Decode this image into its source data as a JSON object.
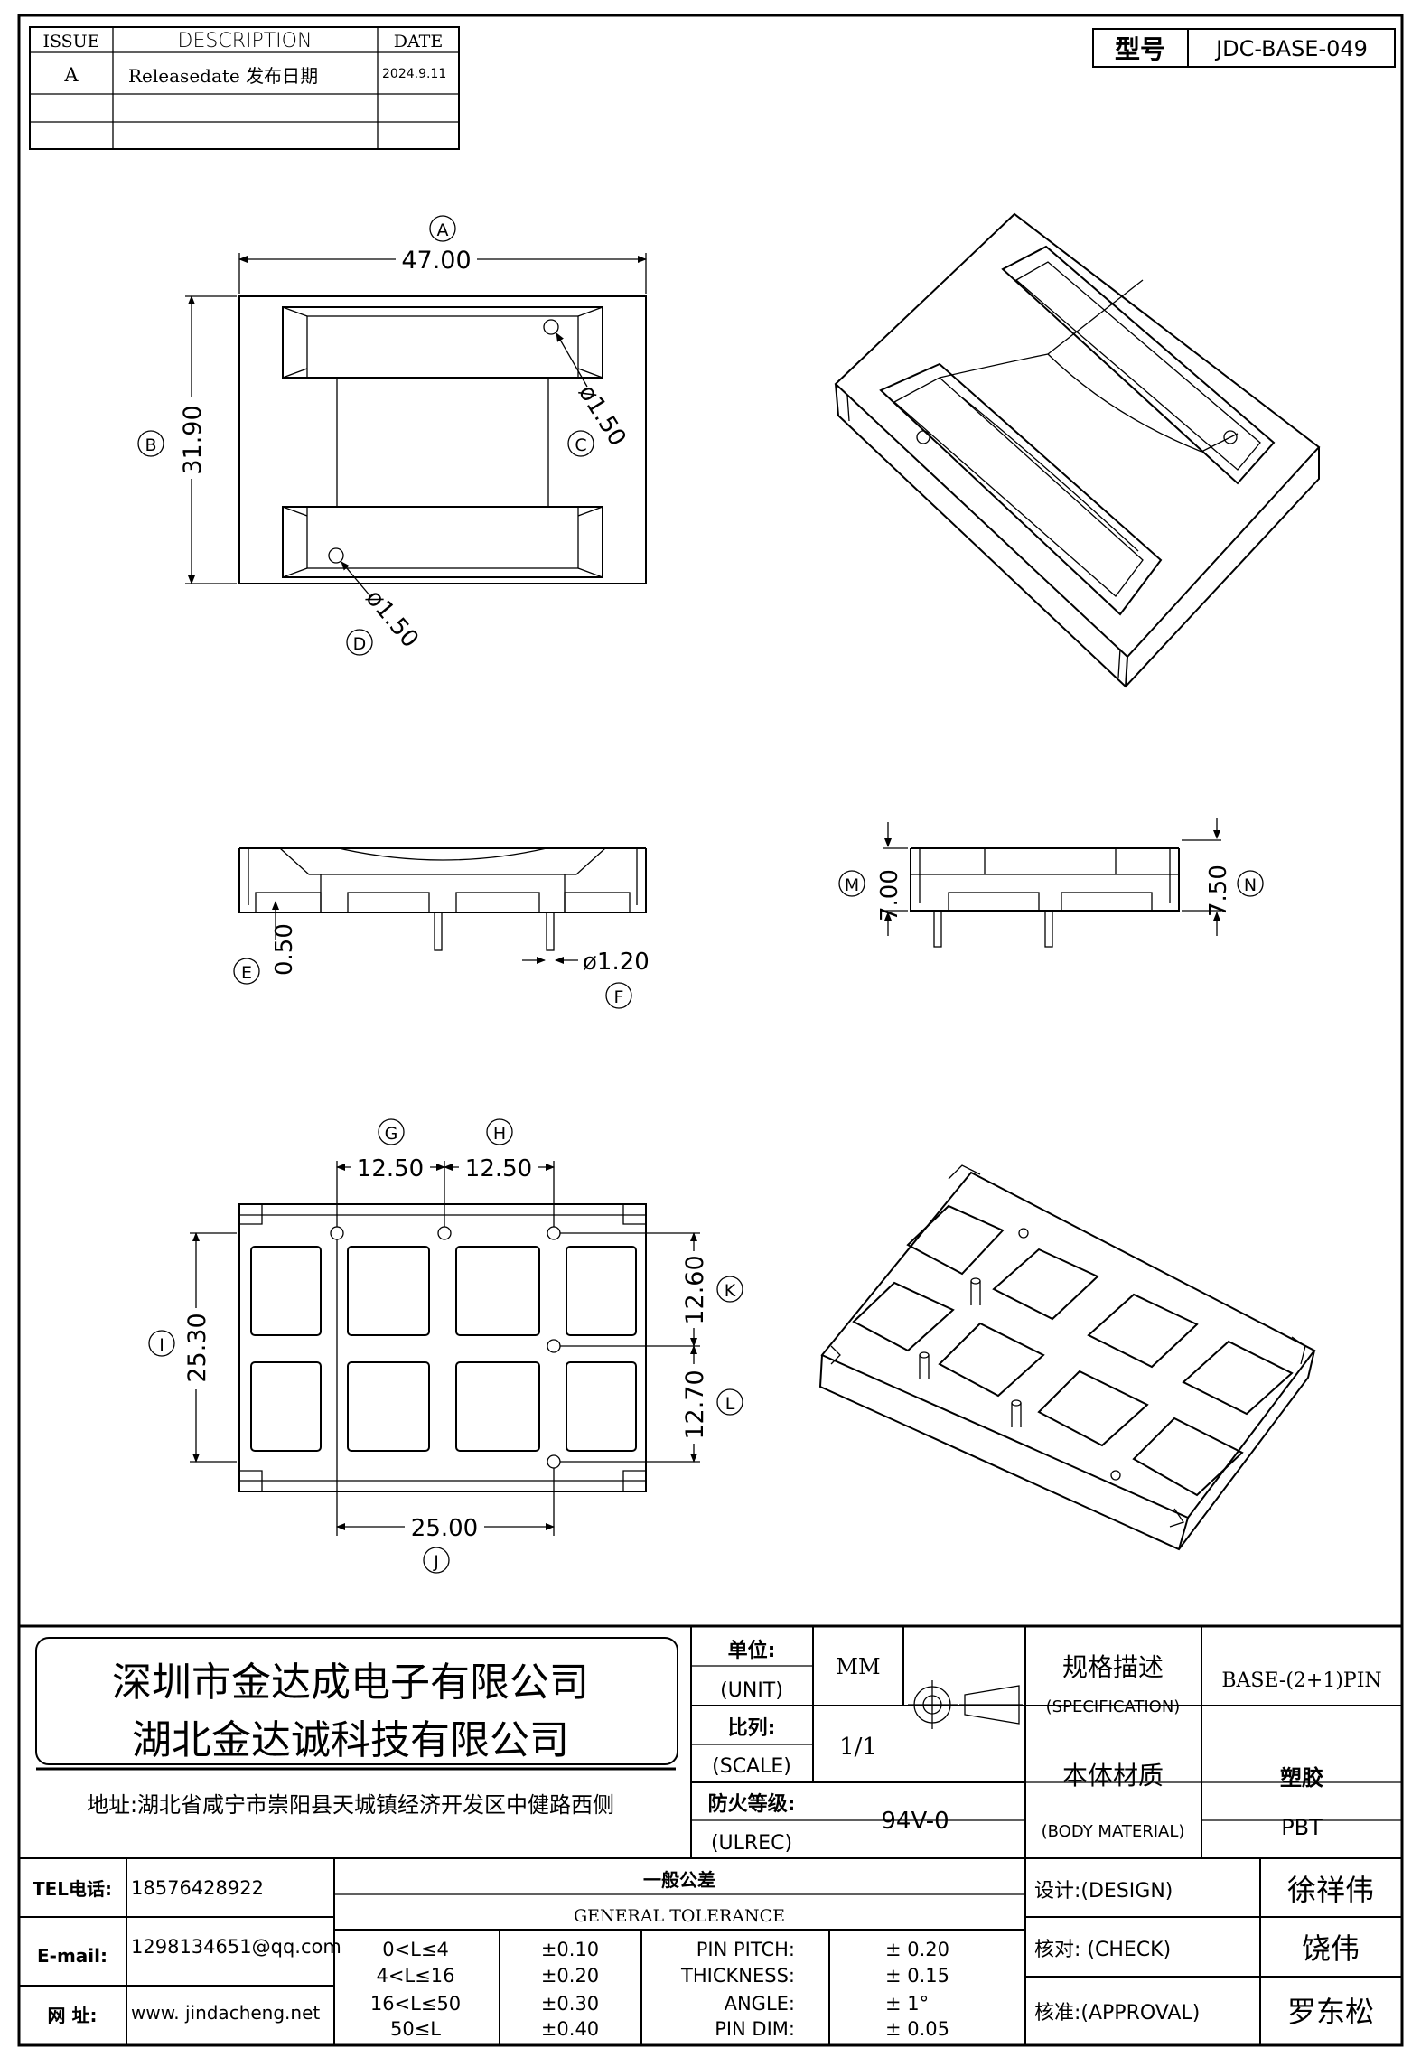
{
  "revision": {
    "headers": {
      "issue": "ISSUE",
      "description": "DESCRIPTION",
      "date": "DATE"
    },
    "rows": [
      {
        "issue": "A",
        "description": "Releasedate 发布日期",
        "date": "2024.9.11"
      }
    ]
  },
  "model": {
    "label": "型号",
    "value": "JDC-BASE-049"
  },
  "dimensions": {
    "A": {
      "tag": "A",
      "value": "47.00"
    },
    "B": {
      "tag": "B",
      "value": "31.90"
    },
    "C": {
      "tag": "C",
      "value": "ø1.50"
    },
    "D": {
      "tag": "D",
      "value": "ø1.50"
    },
    "E": {
      "tag": "E",
      "value": "0.50"
    },
    "F": {
      "tag": "F",
      "value": "ø1.20"
    },
    "M": {
      "tag": "M",
      "value": "7.00"
    },
    "N": {
      "tag": "N",
      "value": "7.50"
    },
    "G": {
      "tag": "G",
      "value": "12.50"
    },
    "H": {
      "tag": "H",
      "value": "12.50"
    },
    "I": {
      "tag": "I",
      "value": "25.30"
    },
    "K": {
      "tag": "K",
      "value": "12.60"
    },
    "L": {
      "tag": "L",
      "value": "12.70"
    },
    "J": {
      "tag": "J",
      "value": "25.00"
    }
  },
  "company": {
    "name1": "深圳市金达成电子有限公司",
    "name2": "湖北金达诚科技有限公司",
    "address": "地址:湖北省咸宁市崇阳县天城镇经济开发区中健路西侧"
  },
  "specs": {
    "unit_label_cn": "单位:",
    "unit_label_en": "(UNIT)",
    "unit_value": "MM",
    "scale_label_cn": "比列:",
    "scale_label_en": "(SCALE)",
    "scale_value": "1/1",
    "fire_label_cn": "防火等级:",
    "fire_label_en": "(ULREC)",
    "fire_value": "94V-0",
    "spec_label_cn": "规格描述",
    "spec_label_en": "(SPECIFICATION)",
    "spec_value": "BASE-(2+1)PIN",
    "material_label_cn": "本体材质",
    "material_label_en": "(BODY MATERIAL)",
    "material_value_cn": "塑胶",
    "material_value_en": "PBT"
  },
  "contact": {
    "tel_label": "TEL电话:",
    "tel": "18576428922",
    "email_label": "E-mail:",
    "email": "1298134651@qq.com",
    "web_label": "网 址:",
    "web": "www. jindacheng.net"
  },
  "tolerance": {
    "title_cn": "一般公差",
    "title_en": "GENERAL TOLERANCE",
    "ranges": [
      {
        "range": "0<L≤4",
        "tol": "±0.10"
      },
      {
        "range": "4<L≤16",
        "tol": "±0.20"
      },
      {
        "range": "16<L≤50",
        "tol": "±0.30"
      },
      {
        "range": "50≤L",
        "tol": "±0.40"
      }
    ],
    "items": [
      {
        "label": "PIN PITCH:",
        "value": "± 0.20"
      },
      {
        "label": "THICKNESS:",
        "value": "± 0.15"
      },
      {
        "label": "ANGLE:",
        "value": "± 1°"
      },
      {
        "label": "PIN DIM:",
        "value": "± 0.05"
      }
    ]
  },
  "signoff": {
    "design_label": "设计:(DESIGN)",
    "design_name": "徐祥伟",
    "check_label": "核对: (CHECK)",
    "check_name": "饶伟",
    "approval_label": "核准:(APPROVAL)",
    "approval_name": "罗东松"
  }
}
